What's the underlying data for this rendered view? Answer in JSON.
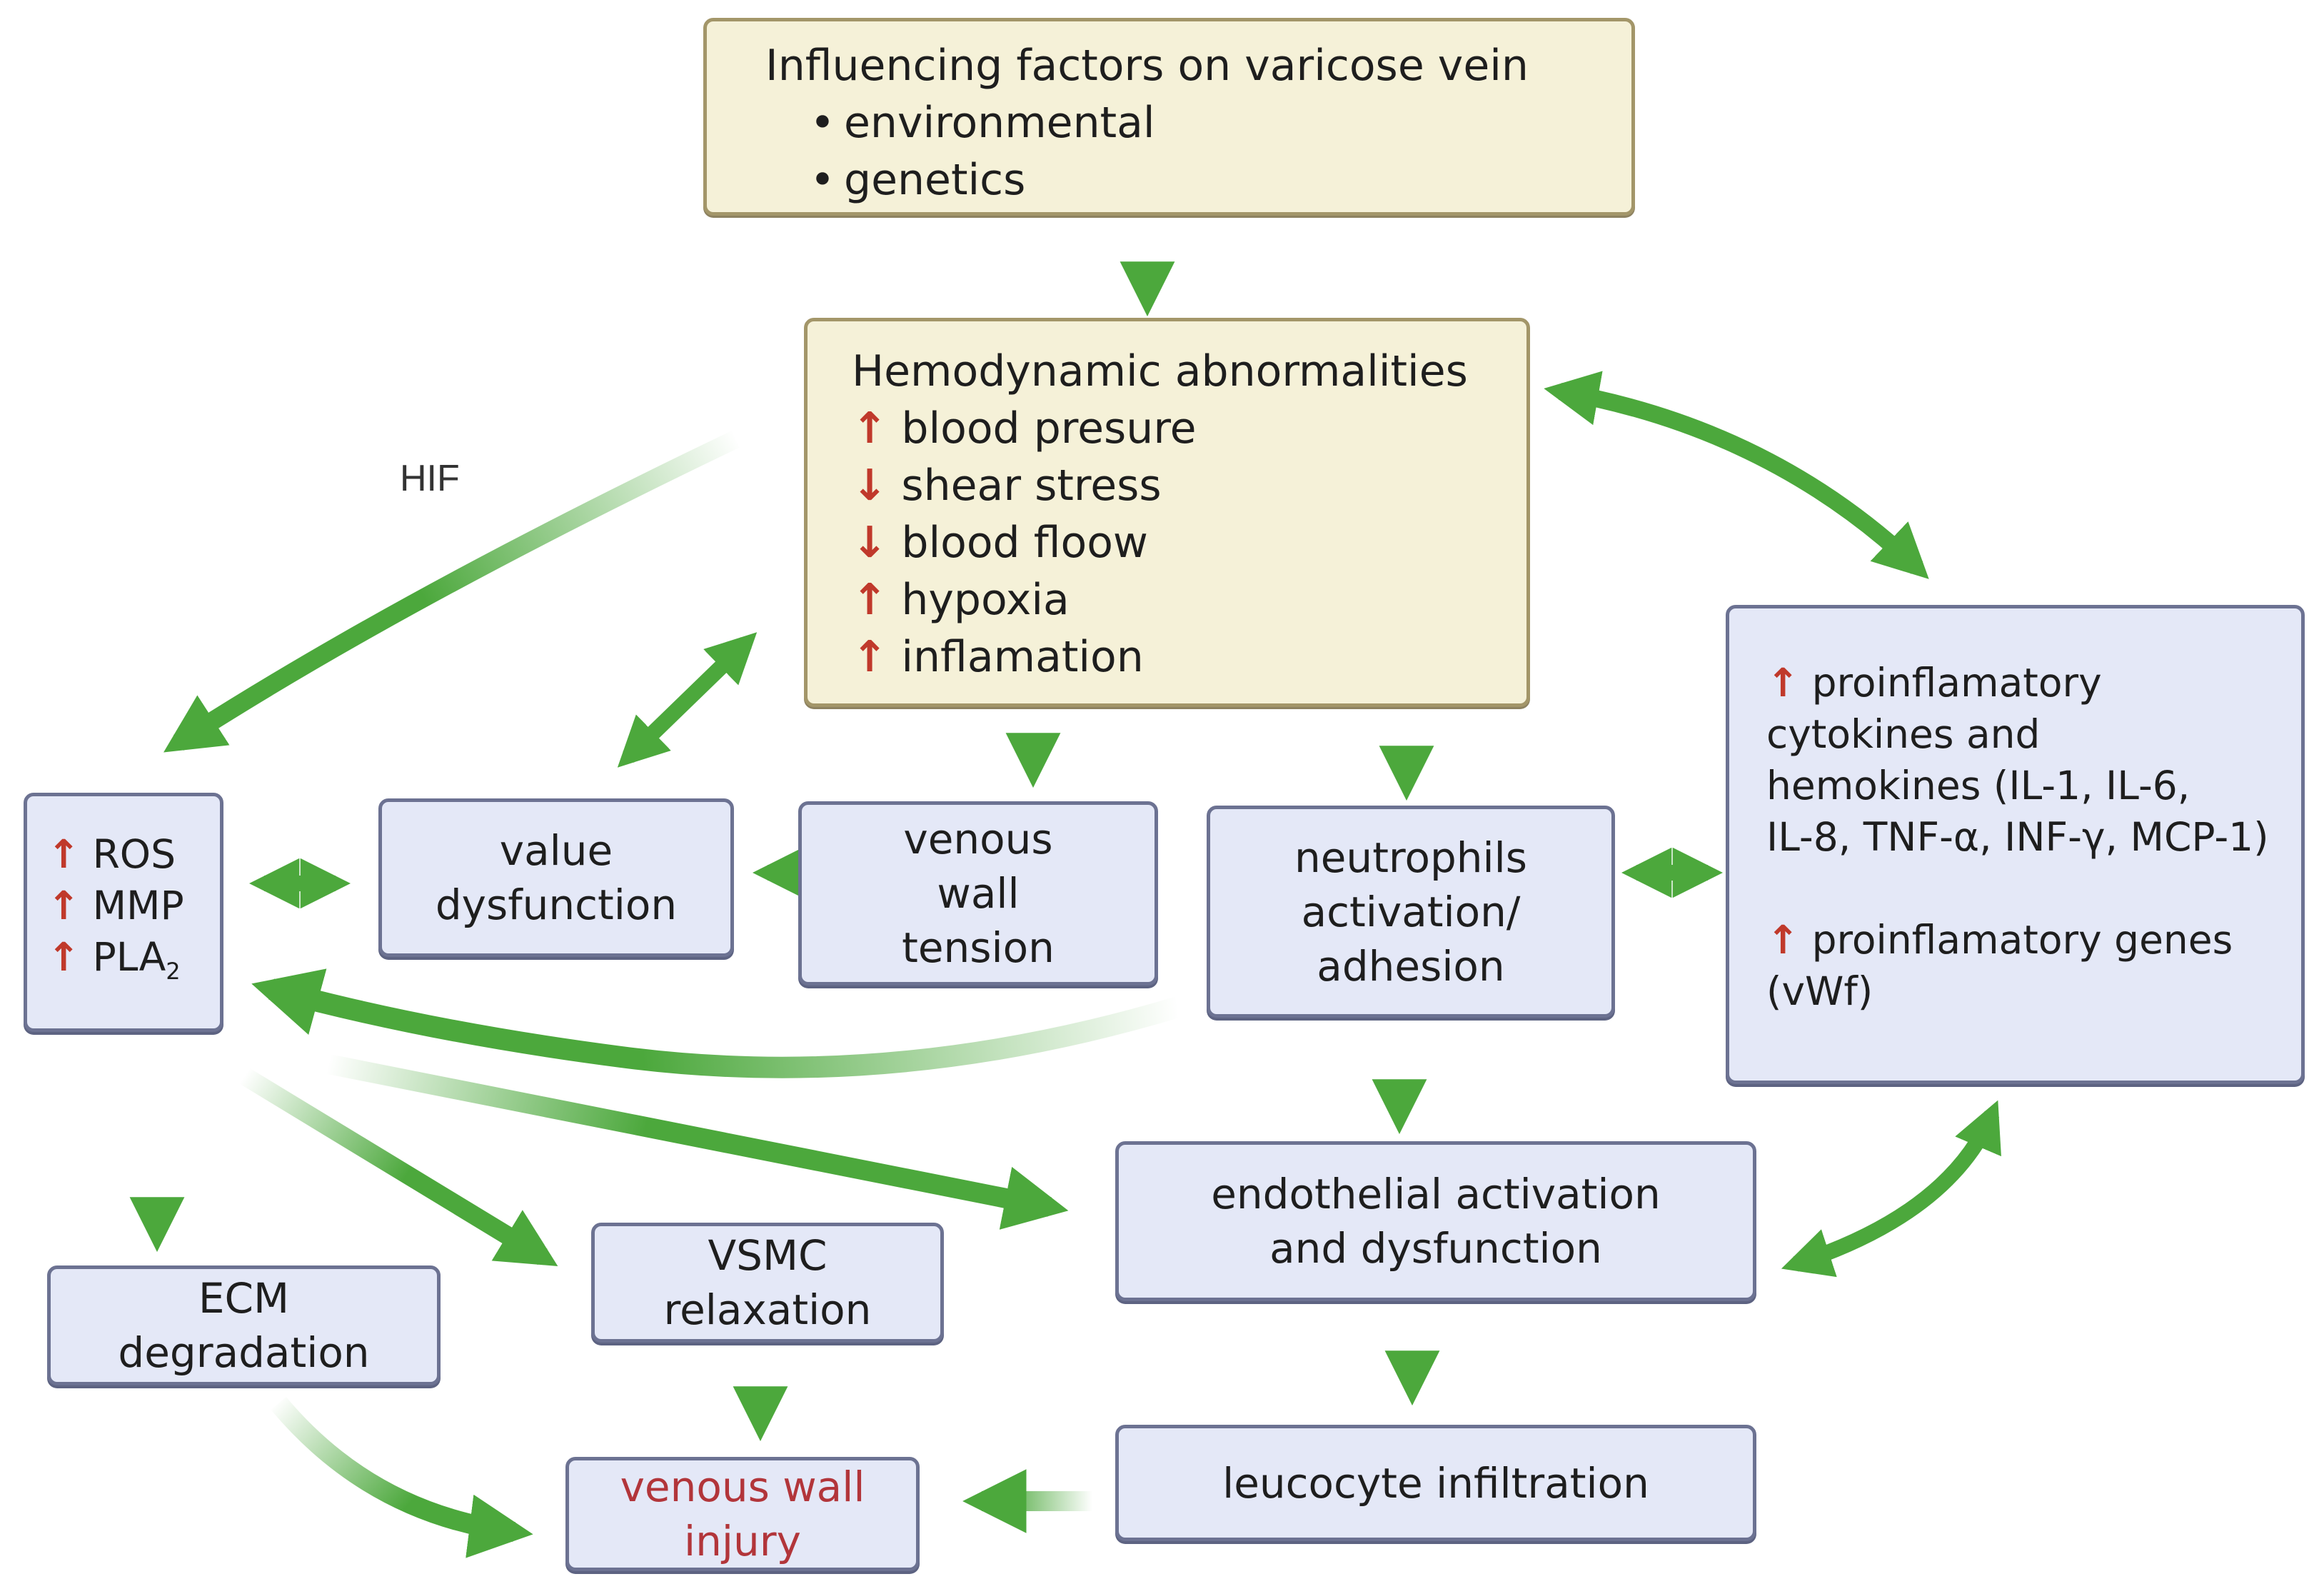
{
  "colors": {
    "arrow_green": "#4ca83c",
    "yellow_fill": "#f5f1d8",
    "yellow_border": "#a39669",
    "blue_fill": "#e4e8f7",
    "blue_border": "#6c7292",
    "indicator_red": "#c0392b",
    "injury_text": "#b2353a"
  },
  "boxes": {
    "influencing": {
      "title": "Influencing factors on varicose vein",
      "bullets": [
        "environmental",
        "genetics"
      ],
      "bullet_symbol": "•"
    },
    "hemodynamic": {
      "title": "Hemodynamic abnormalities",
      "items": [
        {
          "dir": "↑",
          "text": "blood presure"
        },
        {
          "dir": "↓",
          "text": "shear stress"
        },
        {
          "dir": "↓",
          "text": "blood floow"
        },
        {
          "dir": "↑",
          "text": "hypoxia"
        },
        {
          "dir": "↑",
          "text": "inflamation"
        }
      ]
    },
    "ros": {
      "items": [
        {
          "dir": "↑",
          "text": "ROS"
        },
        {
          "dir": "↑",
          "text": "MMP"
        },
        {
          "dir": "↑",
          "text": "PLA",
          "sub": "2"
        }
      ]
    },
    "valve": {
      "lines": [
        "value",
        "dysfunction"
      ]
    },
    "tension": {
      "lines": [
        "venous",
        "wall",
        "tension"
      ]
    },
    "neutrophils": {
      "lines": [
        "neutrophils",
        "activation/",
        "adhesion"
      ]
    },
    "cytokines": {
      "block1": {
        "dir": "↑",
        "lines": [
          "proinflamatory",
          "cytokines and",
          "hemokines (IL-1, IL-6,",
          "IL-8, TNF-α, INF-γ, MCP-1)"
        ]
      },
      "block2": {
        "dir": "↑",
        "lines": [
          "proinflamatory genes",
          "(vWf)"
        ]
      }
    },
    "endothelial": {
      "lines": [
        "endothelial activation",
        "and dysfunction"
      ]
    },
    "ecm": {
      "lines": [
        "ECM",
        "degradation"
      ]
    },
    "vsmc": {
      "lines": [
        "VSMC",
        "relaxation"
      ]
    },
    "leucocyte": {
      "lines": [
        "leucocyte infiltration"
      ]
    },
    "injury": {
      "lines": [
        "venous wall",
        "injury"
      ]
    }
  },
  "labels": {
    "hif": "HIF"
  }
}
